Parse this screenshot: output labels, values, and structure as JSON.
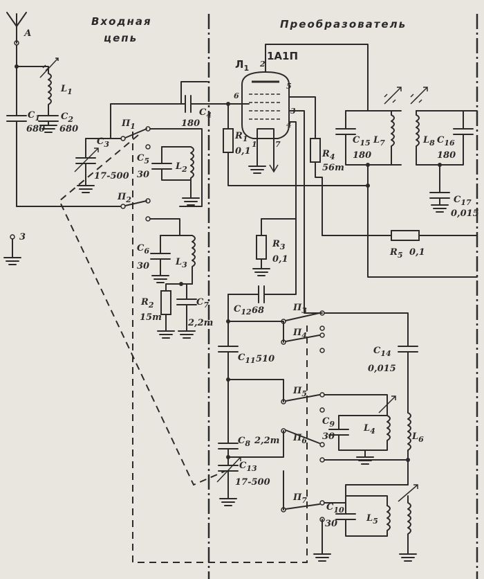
{
  "sections": {
    "input_title_line1": "Входная",
    "input_title_line2": "цепь",
    "converter_title": "Преобразователь"
  },
  "tube": {
    "ref": "Л",
    "ref_sub": "1",
    "type": "1А1П",
    "pins": [
      "1",
      "2",
      "3",
      "4",
      "5",
      "6",
      "7"
    ]
  },
  "antenna": {
    "label": "А"
  },
  "ground_terminal": {
    "label": "3"
  },
  "components": {
    "L1": {
      "ref": "L",
      "sub": "1"
    },
    "L2": {
      "ref": "L",
      "sub": "2"
    },
    "L3": {
      "ref": "L",
      "sub": "3"
    },
    "L4": {
      "ref": "L",
      "sub": "4"
    },
    "L5": {
      "ref": "L",
      "sub": "5"
    },
    "L6": {
      "ref": "L",
      "sub": "6"
    },
    "L7": {
      "ref": "L",
      "sub": "7"
    },
    "L8": {
      "ref": "L",
      "sub": "8"
    },
    "C1": {
      "ref": "C",
      "sub": "1",
      "value": "680"
    },
    "C2": {
      "ref": "C",
      "sub": "2",
      "value": "680"
    },
    "C3": {
      "ref": "C",
      "sub": "3",
      "value": "17-500"
    },
    "C4": {
      "ref": "C",
      "sub": "4",
      "value": "180"
    },
    "C5": {
      "ref": "C",
      "sub": "5",
      "value": "30"
    },
    "C6": {
      "ref": "C",
      "sub": "6",
      "value": "30"
    },
    "C7": {
      "ref": "C",
      "sub": "7",
      "value": "2,2m"
    },
    "C8": {
      "ref": "C",
      "sub": "8",
      "value": "2,2m"
    },
    "C9": {
      "ref": "C",
      "sub": "9",
      "value": "30"
    },
    "C10": {
      "ref": "C",
      "sub": "10",
      "value": "30"
    },
    "C11": {
      "ref": "C",
      "sub": "11",
      "value": "510"
    },
    "C12": {
      "ref": "C",
      "sub": "12",
      "value": "68"
    },
    "C13": {
      "ref": "C",
      "sub": "13",
      "value": "17-500"
    },
    "C14": {
      "ref": "C",
      "sub": "14",
      "value": "0,015"
    },
    "C15": {
      "ref": "C",
      "sub": "15",
      "value": "180"
    },
    "C16": {
      "ref": "C",
      "sub": "16",
      "value": "180"
    },
    "C17": {
      "ref": "C",
      "sub": "17",
      "value": "0,015"
    },
    "R1": {
      "ref": "R",
      "sub": "1",
      "value": "0,1"
    },
    "R2": {
      "ref": "R",
      "sub": "2",
      "value": "15m"
    },
    "R3": {
      "ref": "R",
      "sub": "3",
      "value": "0,1"
    },
    "R4": {
      "ref": "R",
      "sub": "4",
      "value": "56m"
    },
    "R5": {
      "ref": "R",
      "sub": "5",
      "value": "0,1"
    },
    "P1": {
      "ref": "П",
      "sub": "1"
    },
    "P2": {
      "ref": "П",
      "sub": "2"
    },
    "P3": {
      "ref": "П",
      "sub": "3"
    },
    "P4": {
      "ref": "П",
      "sub": "4"
    },
    "P5": {
      "ref": "П",
      "sub": "5"
    },
    "P6": {
      "ref": "П",
      "sub": "6"
    },
    "P7": {
      "ref": "П",
      "sub": "7"
    }
  }
}
